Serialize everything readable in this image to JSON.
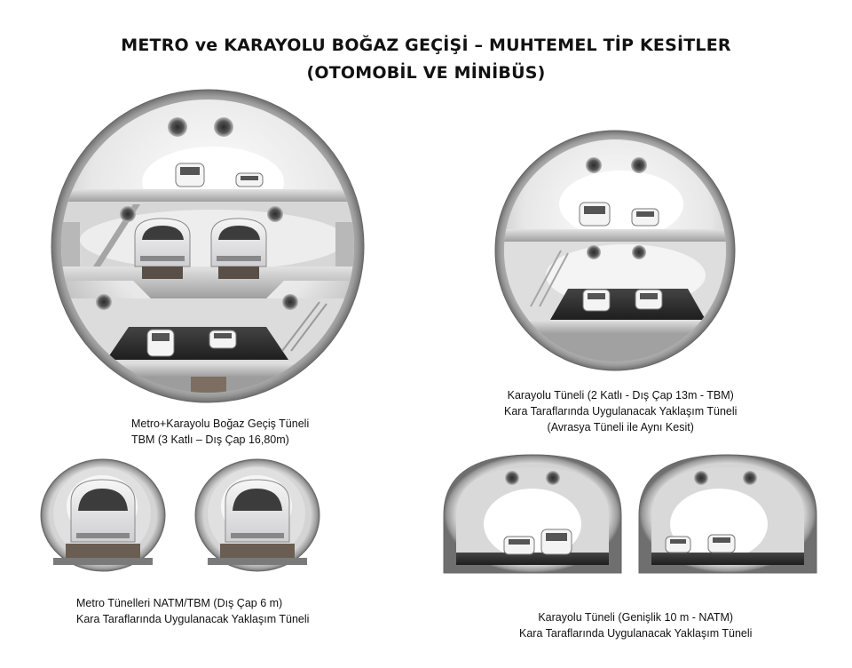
{
  "title": {
    "line1": "METRO ve KARAYOLU BOĞAZ GEÇİŞİ – MUHTEMEL TİP KESİTLER",
    "line2": "(OTOMOBİL VE MİNİBÜS)"
  },
  "sections": {
    "three_level": {
      "caption_line1": "Metro+Karayolu Boğaz Geçiş Tüneli",
      "caption_line2": "TBM (3 Katlı – Dış Çap 16,80m)"
    },
    "two_level": {
      "caption_line1": "Karayolu Tüneli  (2 Katlı - Dış Çap 13m - TBM)",
      "caption_line2": "Kara Taraflarında Uygulanacak Yaklaşım Tüneli",
      "caption_line3": "(Avrasya Tüneli ile Aynı Kesit)"
    },
    "metro_tunnels": {
      "caption_line1": "Metro Tünelleri NATM/TBM (Dış Çap 6 m)",
      "caption_line2": "Kara Taraflarında Uygulanacak Yaklaşım Tüneli"
    },
    "road_tunnels": {
      "caption_line1": "Karayolu Tüneli (Genişlik 10 m - NATM)",
      "caption_line2": "Kara Taraflarında Uygulanacak Yaklaşım Tüneli"
    }
  },
  "colors": {
    "concrete": "#c9c9c9",
    "concrete_dark": "#8e8e8e",
    "road": "#2a2a2a",
    "interior": "#f3f3f3",
    "train": "#e9e9ea"
  }
}
